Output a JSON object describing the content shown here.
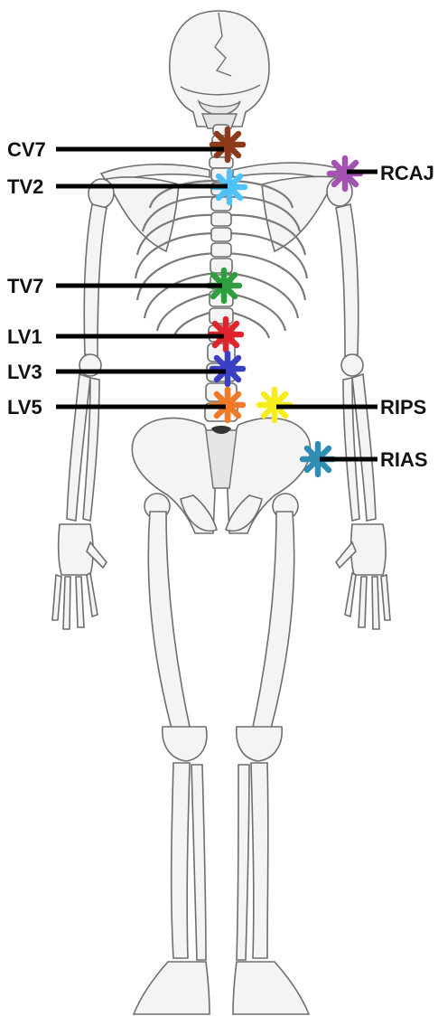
{
  "markers": [
    {
      "id": "cv7",
      "label": "CV7",
      "color": "#8b3a1a",
      "side": "left"
    },
    {
      "id": "tv2",
      "label": "TV2",
      "color": "#4fc3f7",
      "side": "left"
    },
    {
      "id": "tv7",
      "label": "TV7",
      "color": "#2e9e3e",
      "side": "left"
    },
    {
      "id": "lv1",
      "label": "LV1",
      "color": "#e0242b",
      "side": "left"
    },
    {
      "id": "lv3",
      "label": "LV3",
      "color": "#3a3fc6",
      "side": "left"
    },
    {
      "id": "lv5",
      "label": "LV5",
      "color": "#f07a28",
      "side": "left"
    },
    {
      "id": "rcaj",
      "label": "RCAJ",
      "color": "#a352b4",
      "side": "right"
    },
    {
      "id": "rips",
      "label": "RIPS",
      "color": "#f5ee1c",
      "side": "right"
    },
    {
      "id": "rias",
      "label": "RIAS",
      "color": "#2f8db3",
      "side": "right"
    }
  ]
}
